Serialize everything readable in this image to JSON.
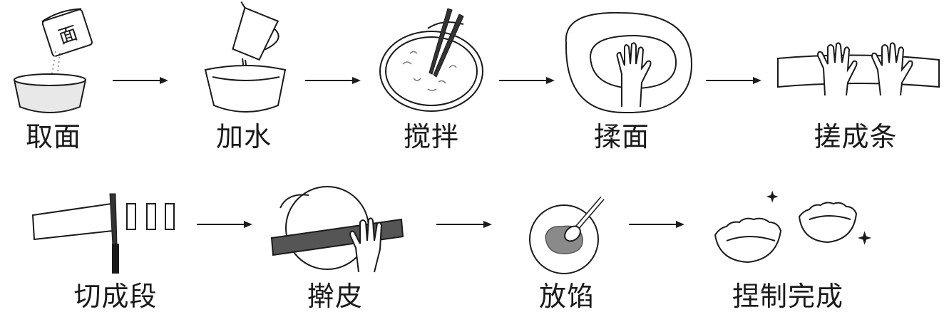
{
  "flow": {
    "row1": [
      {
        "label": "取面",
        "icon": "flour-bag-bowl-icon"
      },
      {
        "label": "加水",
        "icon": "pitcher-bowl-icon"
      },
      {
        "label": "搅拌",
        "icon": "chopsticks-bowl-icon"
      },
      {
        "label": "揉面",
        "icon": "kneading-hand-icon"
      },
      {
        "label": "搓成条",
        "icon": "rolling-log-hands-icon"
      }
    ],
    "row2": [
      {
        "label": "切成段",
        "icon": "knife-dough-icon"
      },
      {
        "label": "擀皮",
        "icon": "rolling-pin-icon"
      },
      {
        "label": "放馅",
        "icon": "filling-spoon-icon"
      },
      {
        "label": "捏制完成",
        "icon": "dumplings-icon"
      }
    ],
    "bag_glyph": "面"
  },
  "colors": {
    "ink": "#1a1a1a",
    "shade": "#9a9a9a",
    "dark_fill": "#555555"
  }
}
